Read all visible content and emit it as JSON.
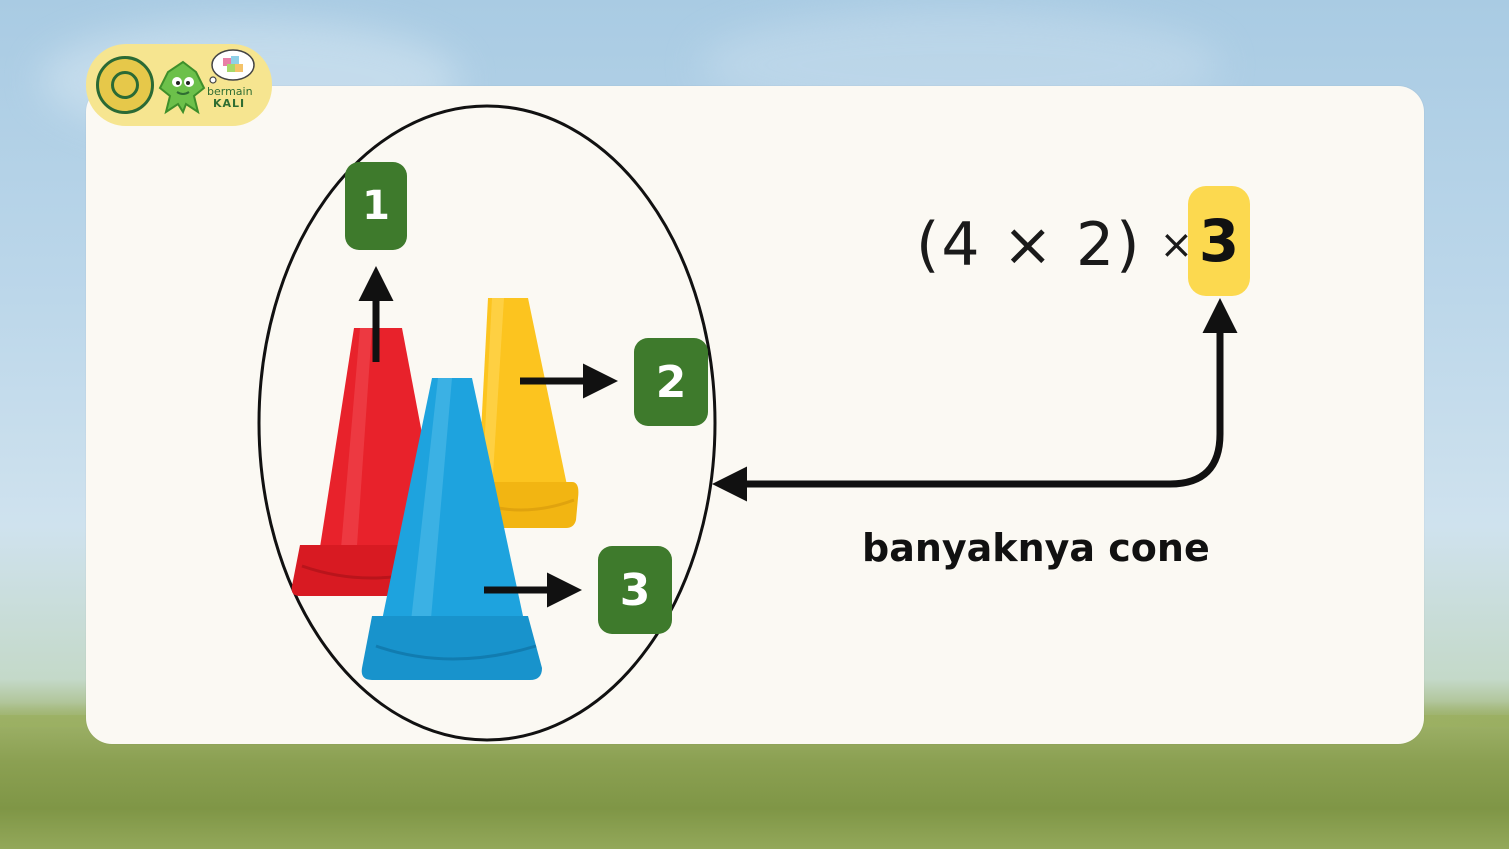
{
  "brand": {
    "line1": "bermain",
    "line2": "KALI"
  },
  "badges": [
    "1",
    "2",
    "3"
  ],
  "expression": {
    "main": "(4 × 2)",
    "times": "×",
    "highlighted": "3"
  },
  "caption": "banyaknya cone",
  "colors": {
    "badge_green": "#3e7a2c",
    "highlight_yellow": "#fcd94f",
    "cone_red": "#e8222b",
    "cone_yellow": "#fcc41f",
    "cone_blue": "#1ea3de",
    "card_bg": "#fbf9f3"
  },
  "icons": [
    "emblem-icon",
    "mascot-icon",
    "thought-bubble-icon",
    "traffic-cone-icon",
    "arrow-icon"
  ]
}
